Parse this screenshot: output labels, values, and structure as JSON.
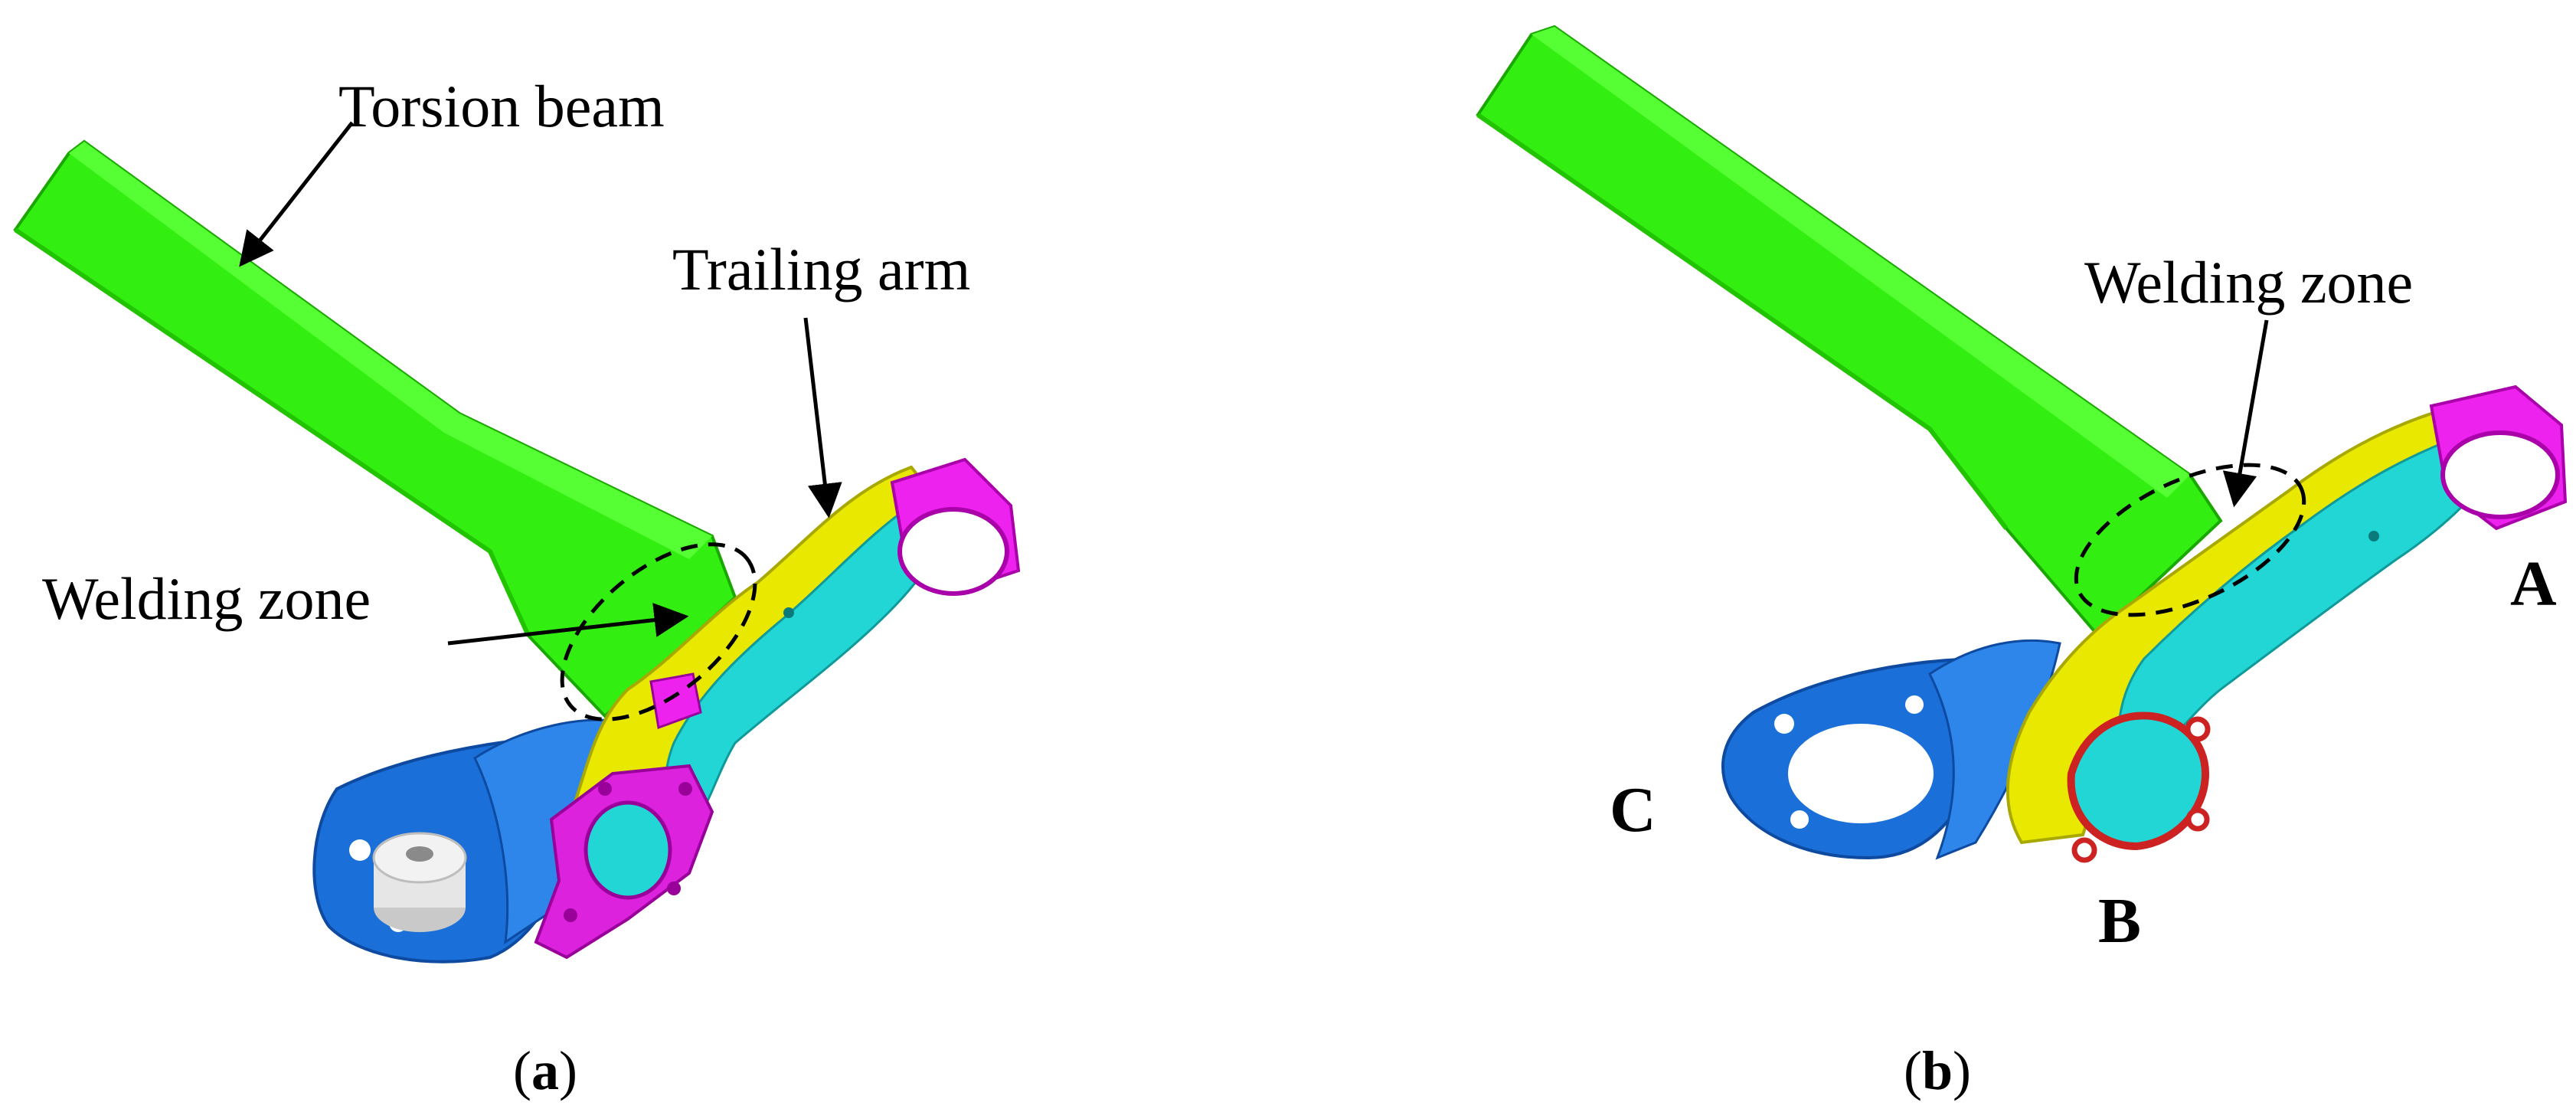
{
  "panel_a": {
    "caption_open": "(",
    "caption_letter": "a",
    "caption_close": ")",
    "labels": {
      "torsion_beam": "Torsion beam",
      "trailing_arm": "Trailing arm",
      "welding_zone": "Welding zone"
    }
  },
  "panel_b": {
    "caption_open": "(",
    "caption_letter": "b",
    "caption_close": ")",
    "labels": {
      "welding_zone": "Welding zone",
      "point_a": "A",
      "point_b": "B",
      "point_c": "C"
    }
  },
  "colors": {
    "torsion_beam": "#33ee11",
    "trailing_arm_outer": "#e8e800",
    "trailing_arm_inner": "#22d6d6",
    "bushing": "#ee22ee",
    "spring_seat": "#1a6fd8",
    "hub_flange_a": "#dd22dd",
    "flange_outline_b": "#cc2222",
    "bump_stop": "#e6e6e6"
  }
}
